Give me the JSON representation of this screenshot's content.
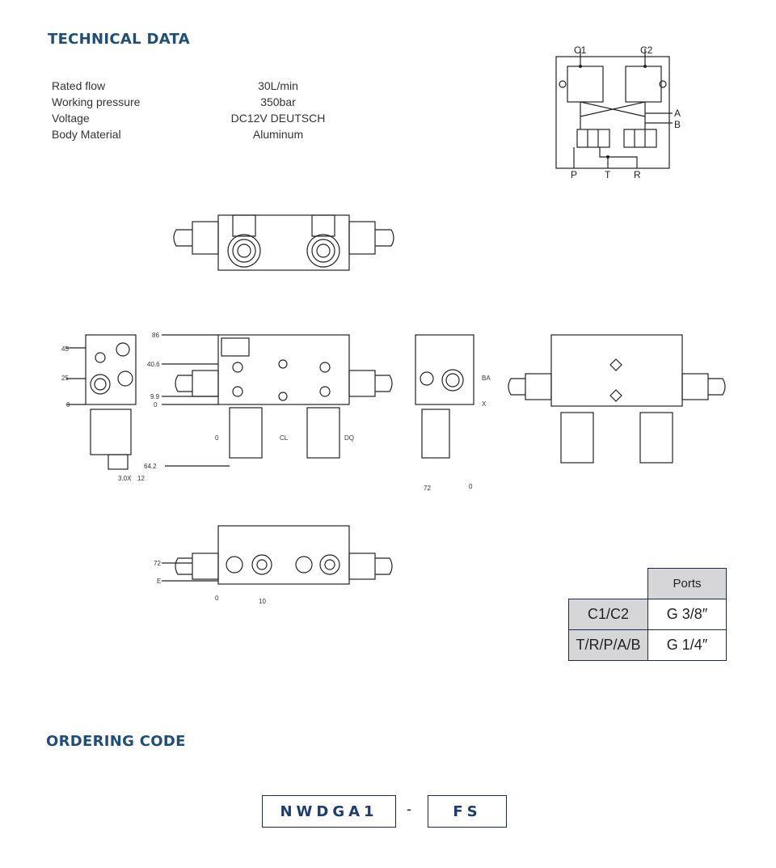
{
  "technical_data": {
    "title": "TECHNICAL DATA",
    "rows": [
      {
        "label": "Rated flow",
        "value": "30L/min"
      },
      {
        "label": "Working pressure",
        "value": "350bar"
      },
      {
        "label": "Voltage",
        "value": "DC12V DEUTSCH"
      },
      {
        "label": "Body Material",
        "value": "Aluminum"
      }
    ]
  },
  "hydraulic_schematic": {
    "port_labels": {
      "c1": "C1",
      "c2": "C2",
      "a": "A",
      "b": "B",
      "p": "P",
      "t": "T",
      "r": "R"
    }
  },
  "drawing_dims": {
    "side_view": [
      "45",
      "25",
      "0",
      "3.0X",
      "12"
    ],
    "front_view": [
      "86",
      "40.6",
      "9.9",
      "0",
      "64.2",
      "0",
      "CL",
      "DQ"
    ],
    "bottom_view": [
      "72",
      "E",
      "0",
      "10"
    ],
    "end_view": [
      "BA",
      "X",
      "72",
      "0"
    ]
  },
  "ports_table": {
    "header": "Ports",
    "rows": [
      {
        "label": "C1/C2",
        "value": "G 3/8″"
      },
      {
        "label": "T/R/P/A/B",
        "value": "G 1/4″"
      }
    ]
  },
  "ordering_code": {
    "title": "ORDERING CODE",
    "part1": "NWDGA1",
    "separator": "-",
    "part2": "FS"
  }
}
